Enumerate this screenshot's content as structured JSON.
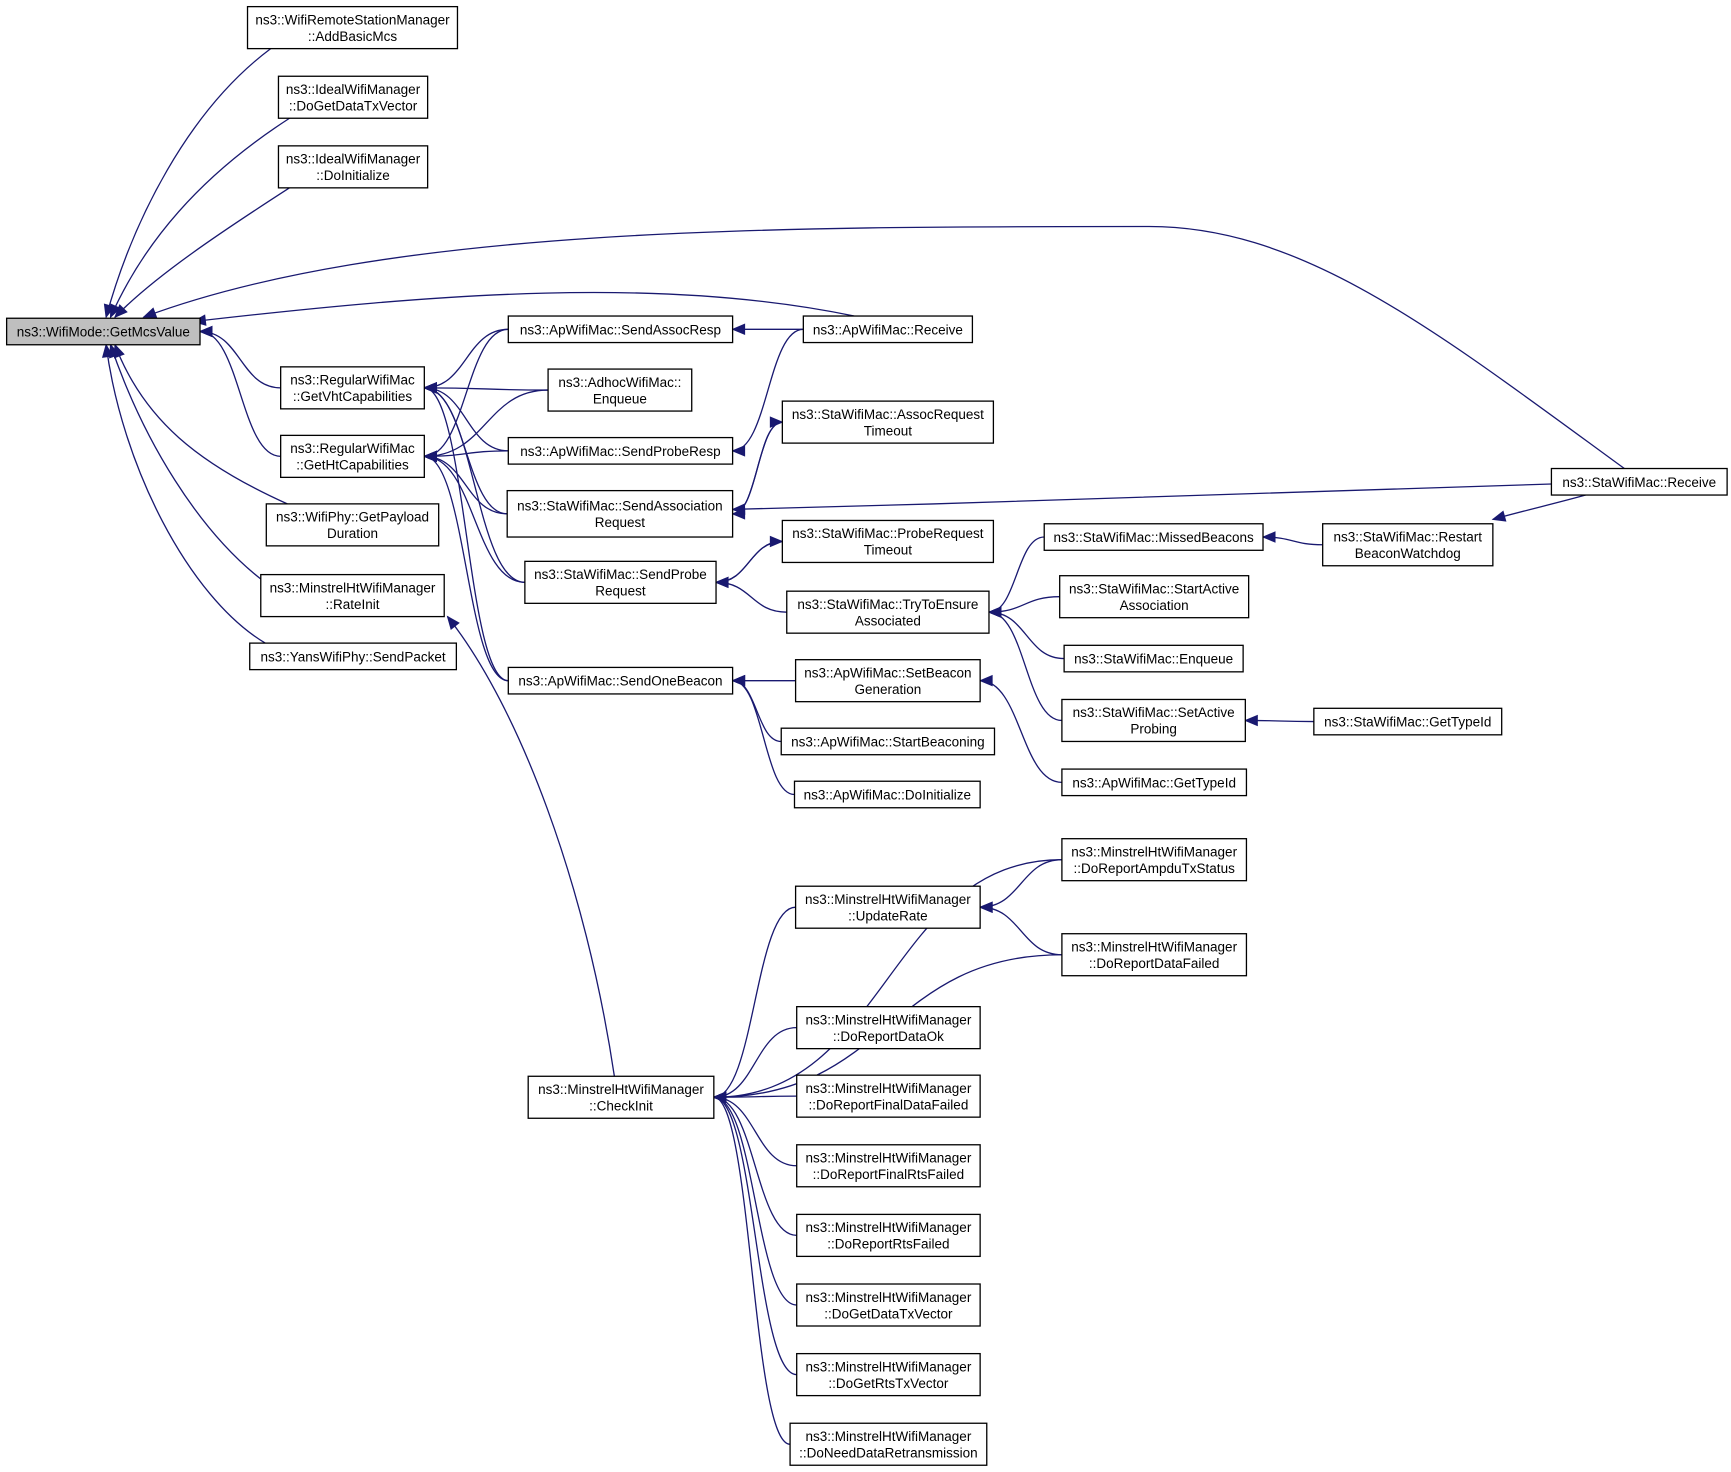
{
  "graph": {
    "nodes": [
      {
        "id": "root",
        "lines": [
          "ns3::WifiMode::GetMcsValue"
        ],
        "root": true
      },
      {
        "id": "addBasicMcs",
        "lines": [
          "ns3::WifiRemoteStationManager",
          "::AddBasicMcs"
        ]
      },
      {
        "id": "idealDoGetData",
        "lines": [
          "ns3::IdealWifiManager",
          "::DoGetDataTxVector"
        ]
      },
      {
        "id": "idealDoInit",
        "lines": [
          "ns3::IdealWifiManager",
          "::DoInitialize"
        ]
      },
      {
        "id": "getVht",
        "lines": [
          "ns3::RegularWifiMac",
          "::GetVhtCapabilities"
        ]
      },
      {
        "id": "getHt",
        "lines": [
          "ns3::RegularWifiMac",
          "::GetHtCapabilities"
        ]
      },
      {
        "id": "payloadDur",
        "lines": [
          "ns3::WifiPhy::GetPayload",
          "Duration"
        ]
      },
      {
        "id": "rateInit",
        "lines": [
          "ns3::MinstrelHtWifiManager",
          "::RateInit"
        ]
      },
      {
        "id": "sendPacket",
        "lines": [
          "ns3::YansWifiPhy::SendPacket"
        ]
      },
      {
        "id": "sendAssocResp",
        "lines": [
          "ns3::ApWifiMac::SendAssocResp"
        ]
      },
      {
        "id": "adhocEnqueue",
        "lines": [
          "ns3::AdhocWifiMac::",
          "Enqueue"
        ]
      },
      {
        "id": "sendProbeResp",
        "lines": [
          "ns3::ApWifiMac::SendProbeResp"
        ]
      },
      {
        "id": "sendAssocReq",
        "lines": [
          "ns3::StaWifiMac::SendAssociation",
          "Request"
        ]
      },
      {
        "id": "sendProbeReq",
        "lines": [
          "ns3::StaWifiMac::SendProbe",
          "Request"
        ]
      },
      {
        "id": "sendOneBeacon",
        "lines": [
          "ns3::ApWifiMac::SendOneBeacon"
        ]
      },
      {
        "id": "apReceive",
        "lines": [
          "ns3::ApWifiMac::Receive"
        ]
      },
      {
        "id": "assocReqTimeout",
        "lines": [
          "ns3::StaWifiMac::AssocRequest",
          "Timeout"
        ]
      },
      {
        "id": "probeReqTimeout",
        "lines": [
          "ns3::StaWifiMac::ProbeRequest",
          "Timeout"
        ]
      },
      {
        "id": "tryEnsure",
        "lines": [
          "ns3::StaWifiMac::TryToEnsure",
          "Associated"
        ]
      },
      {
        "id": "setBeaconGen",
        "lines": [
          "ns3::ApWifiMac::SetBeacon",
          "Generation"
        ]
      },
      {
        "id": "startBeaconing",
        "lines": [
          "ns3::ApWifiMac::StartBeaconing"
        ]
      },
      {
        "id": "apDoInit",
        "lines": [
          "ns3::ApWifiMac::DoInitialize"
        ]
      },
      {
        "id": "missedBeacons",
        "lines": [
          "ns3::StaWifiMac::MissedBeacons"
        ]
      },
      {
        "id": "startActiveAssoc",
        "lines": [
          "ns3::StaWifiMac::StartActive",
          "Association"
        ]
      },
      {
        "id": "staEnqueue",
        "lines": [
          "ns3::StaWifiMac::Enqueue"
        ]
      },
      {
        "id": "setActiveProbing",
        "lines": [
          "ns3::StaWifiMac::SetActive",
          "Probing"
        ]
      },
      {
        "id": "apGetTypeId",
        "lines": [
          "ns3::ApWifiMac::GetTypeId"
        ]
      },
      {
        "id": "restartWatchdog",
        "lines": [
          "ns3::StaWifiMac::Restart",
          "BeaconWatchdog"
        ]
      },
      {
        "id": "staGetTypeId",
        "lines": [
          "ns3::StaWifiMac::GetTypeId"
        ]
      },
      {
        "id": "staReceive",
        "lines": [
          "ns3::StaWifiMac::Receive"
        ]
      },
      {
        "id": "checkInit",
        "lines": [
          "ns3::MinstrelHtWifiManager",
          "::CheckInit"
        ]
      },
      {
        "id": "updateRate",
        "lines": [
          "ns3::MinstrelHtWifiManager",
          "::UpdateRate"
        ]
      },
      {
        "id": "doRepAmpdu",
        "lines": [
          "ns3::MinstrelHtWifiManager",
          "::DoReportAmpduTxStatus"
        ]
      },
      {
        "id": "doRepDataFailed",
        "lines": [
          "ns3::MinstrelHtWifiManager",
          "::DoReportDataFailed"
        ]
      },
      {
        "id": "doRepDataOk",
        "lines": [
          "ns3::MinstrelHtWifiManager",
          "::DoReportDataOk"
        ]
      },
      {
        "id": "doRepFinalData",
        "lines": [
          "ns3::MinstrelHtWifiManager",
          "::DoReportFinalDataFailed"
        ]
      },
      {
        "id": "doRepFinalRts",
        "lines": [
          "ns3::MinstrelHtWifiManager",
          "::DoReportFinalRtsFailed"
        ]
      },
      {
        "id": "doRepRts",
        "lines": [
          "ns3::MinstrelHtWifiManager",
          "::DoReportRtsFailed"
        ]
      },
      {
        "id": "doGetDataTx",
        "lines": [
          "ns3::MinstrelHtWifiManager",
          "::DoGetDataTxVector"
        ]
      },
      {
        "id": "doGetRtsTx",
        "lines": [
          "ns3::MinstrelHtWifiManager",
          "::DoGetRtsTxVector"
        ]
      },
      {
        "id": "doNeedRetrans",
        "lines": [
          "ns3::MinstrelHtWifiManager",
          "::DoNeedDataRetransmission"
        ]
      }
    ],
    "edges": [
      {
        "from": "addBasicMcs",
        "to": "root"
      },
      {
        "from": "idealDoGetData",
        "to": "root"
      },
      {
        "from": "idealDoInit",
        "to": "root"
      },
      {
        "from": "staReceive",
        "to": "root"
      },
      {
        "from": "apReceive",
        "to": "root"
      },
      {
        "from": "getVht",
        "to": "root"
      },
      {
        "from": "getHt",
        "to": "root"
      },
      {
        "from": "payloadDur",
        "to": "root"
      },
      {
        "from": "rateInit",
        "to": "root"
      },
      {
        "from": "sendPacket",
        "to": "root"
      },
      {
        "from": "sendAssocResp",
        "to": "getVht"
      },
      {
        "from": "adhocEnqueue",
        "to": "getVht"
      },
      {
        "from": "sendProbeResp",
        "to": "getVht"
      },
      {
        "from": "sendAssocReq",
        "to": "getVht"
      },
      {
        "from": "sendProbeReq",
        "to": "getVht"
      },
      {
        "from": "sendOneBeacon",
        "to": "getVht"
      },
      {
        "from": "sendAssocResp",
        "to": "getHt"
      },
      {
        "from": "adhocEnqueue",
        "to": "getHt"
      },
      {
        "from": "sendProbeResp",
        "to": "getHt"
      },
      {
        "from": "sendAssocReq",
        "to": "getHt"
      },
      {
        "from": "sendProbeReq",
        "to": "getHt"
      },
      {
        "from": "sendOneBeacon",
        "to": "getHt"
      },
      {
        "from": "apReceive",
        "to": "sendAssocResp"
      },
      {
        "from": "apReceive",
        "to": "sendProbeResp"
      },
      {
        "from": "assocReqTimeout",
        "to": "sendAssocReq"
      },
      {
        "from": "staReceive",
        "to": "sendAssocReq"
      },
      {
        "from": "sendAssocReq",
        "to": "assocReqTimeout"
      },
      {
        "from": "probeReqTimeout",
        "to": "sendProbeReq"
      },
      {
        "from": "tryEnsure",
        "to": "sendProbeReq"
      },
      {
        "from": "sendProbeReq",
        "to": "probeReqTimeout"
      },
      {
        "from": "missedBeacons",
        "to": "tryEnsure"
      },
      {
        "from": "startActiveAssoc",
        "to": "tryEnsure"
      },
      {
        "from": "staEnqueue",
        "to": "tryEnsure"
      },
      {
        "from": "setActiveProbing",
        "to": "tryEnsure"
      },
      {
        "from": "restartWatchdog",
        "to": "missedBeacons"
      },
      {
        "from": "staReceive",
        "to": "restartWatchdog"
      },
      {
        "from": "staGetTypeId",
        "to": "setActiveProbing"
      },
      {
        "from": "setBeaconGen",
        "to": "sendOneBeacon"
      },
      {
        "from": "startBeaconing",
        "to": "sendOneBeacon"
      },
      {
        "from": "apDoInit",
        "to": "sendOneBeacon"
      },
      {
        "from": "apGetTypeId",
        "to": "setBeaconGen"
      },
      {
        "from": "checkInit",
        "to": "rateInit"
      },
      {
        "from": "doRepAmpdu",
        "to": "updateRate"
      },
      {
        "from": "doRepDataFailed",
        "to": "updateRate"
      },
      {
        "from": "updateRate",
        "to": "checkInit"
      },
      {
        "from": "doRepAmpdu",
        "to": "checkInit"
      },
      {
        "from": "doRepDataFailed",
        "to": "checkInit"
      },
      {
        "from": "doRepDataOk",
        "to": "checkInit"
      },
      {
        "from": "doRepFinalData",
        "to": "checkInit"
      },
      {
        "from": "doRepFinalRts",
        "to": "checkInit"
      },
      {
        "from": "doRepRts",
        "to": "checkInit"
      },
      {
        "from": "doGetDataTx",
        "to": "checkInit"
      },
      {
        "from": "doGetRtsTx",
        "to": "checkInit"
      },
      {
        "from": "doNeedRetrans",
        "to": "checkInit"
      }
    ]
  },
  "colors": {
    "edge": "#191970",
    "root_fill": "#bfbfbf",
    "node_fill": "#ffffff",
    "node_border": "#000000"
  }
}
